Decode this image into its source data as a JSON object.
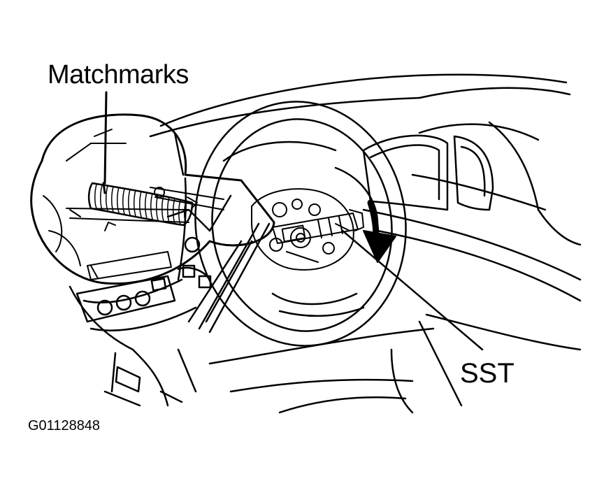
{
  "labels": {
    "matchmarks": "Matchmarks",
    "sst": "SST",
    "figure_id": "G01128848"
  },
  "colors": {
    "line": "#000000",
    "background": "#ffffff"
  }
}
